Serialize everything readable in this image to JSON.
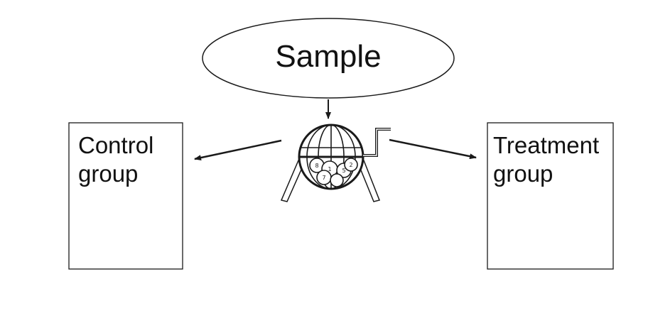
{
  "diagram": {
    "nodes": {
      "sample": {
        "label": "Sample"
      },
      "control": {
        "line1": "Control",
        "line2": "group"
      },
      "treatment": {
        "line1": "Treatment",
        "line2": "group"
      }
    },
    "randomizer": {
      "icon": "lottery-drum-icon",
      "ball_numbers": [
        "8",
        "1",
        "7",
        "2",
        "5"
      ]
    },
    "colors": {
      "stroke": "#1a1a1a",
      "background": "#ffffff",
      "text": "#111111"
    }
  }
}
